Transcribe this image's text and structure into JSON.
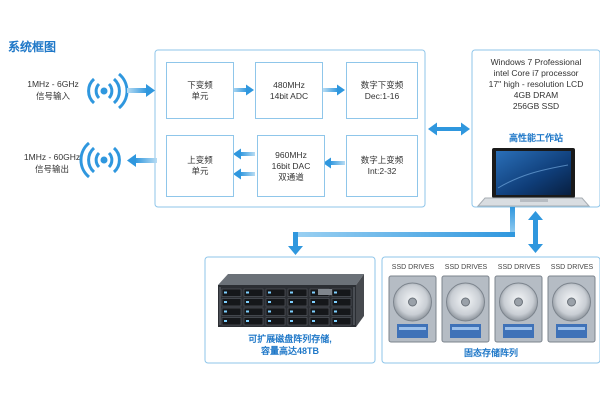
{
  "title": "系统框图",
  "io": {
    "input_freq": "1MHz - 6GHz",
    "input_label": "信号输入",
    "output_freq": "1MHz - 60GHz",
    "output_label": "信号输出"
  },
  "blocks": {
    "downconv": [
      "下变频",
      "单元"
    ],
    "adc": [
      "480MHz",
      "14bit ADC"
    ],
    "ddc": [
      "数字下变频",
      "Dec:1-16"
    ],
    "upconv": [
      "上变频",
      "单元"
    ],
    "dac": [
      "960MHz",
      "16bit DAC",
      "双通道"
    ],
    "duc": [
      "数字上变频",
      "Int:2-32"
    ]
  },
  "workstation": {
    "specs": [
      "Windows 7 Professional",
      "intel Core i7 processor",
      "17\" high - resolution LCD",
      "4GB DRAM",
      "256GB  SSD"
    ],
    "label": "高性能工作站"
  },
  "storage": {
    "label_line1": "可扩展磁盘阵列存储,",
    "label_line2": "容量高达48TB"
  },
  "ssd": {
    "drive_labels": [
      "SSD DRIVES",
      "SSD DRIVES",
      "SSD DRIVES",
      "SSD DRIVES"
    ],
    "label": "固态存储阵列"
  },
  "colors": {
    "accent": "#1f78c8",
    "panel_border": "#8fc6ea",
    "arrow": "#3aa0e0"
  }
}
